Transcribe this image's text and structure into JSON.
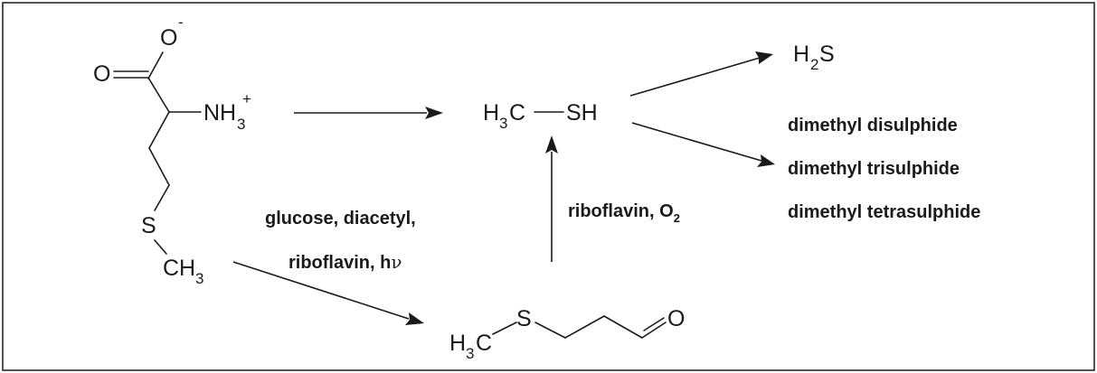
{
  "methionine": {
    "oxygen_minus": "O",
    "charge_minus": "-",
    "oxygen_double": "O",
    "nh3_main": "NH",
    "nh3_sub": "3",
    "nh3_charge": "+",
    "sulfur": "S",
    "ch3_main": "CH",
    "ch3_sub": "3"
  },
  "methanethiol": {
    "h3c_h": "H",
    "h3c_sub": "3",
    "h3c_c": "C",
    "sh": "SH"
  },
  "hydrogen_sulfide": {
    "h": "H",
    "sub": "2",
    "s": "S"
  },
  "methional": {
    "h3c_h": "H",
    "h3c_sub": "3",
    "h3c_c": "C",
    "sulfur": "S",
    "oxygen": "O"
  },
  "conditions": {
    "photo_line1": "glucose, diacetyl,",
    "photo_line2_text": "riboflavin, h",
    "photo_line2_nu": "ν",
    "oxidation_text": "riboflavin, O",
    "oxidation_sub": "2"
  },
  "products": [
    "dimethyl disulphide",
    "dimethyl trisulphide",
    "dimethyl tetrasulphide"
  ]
}
